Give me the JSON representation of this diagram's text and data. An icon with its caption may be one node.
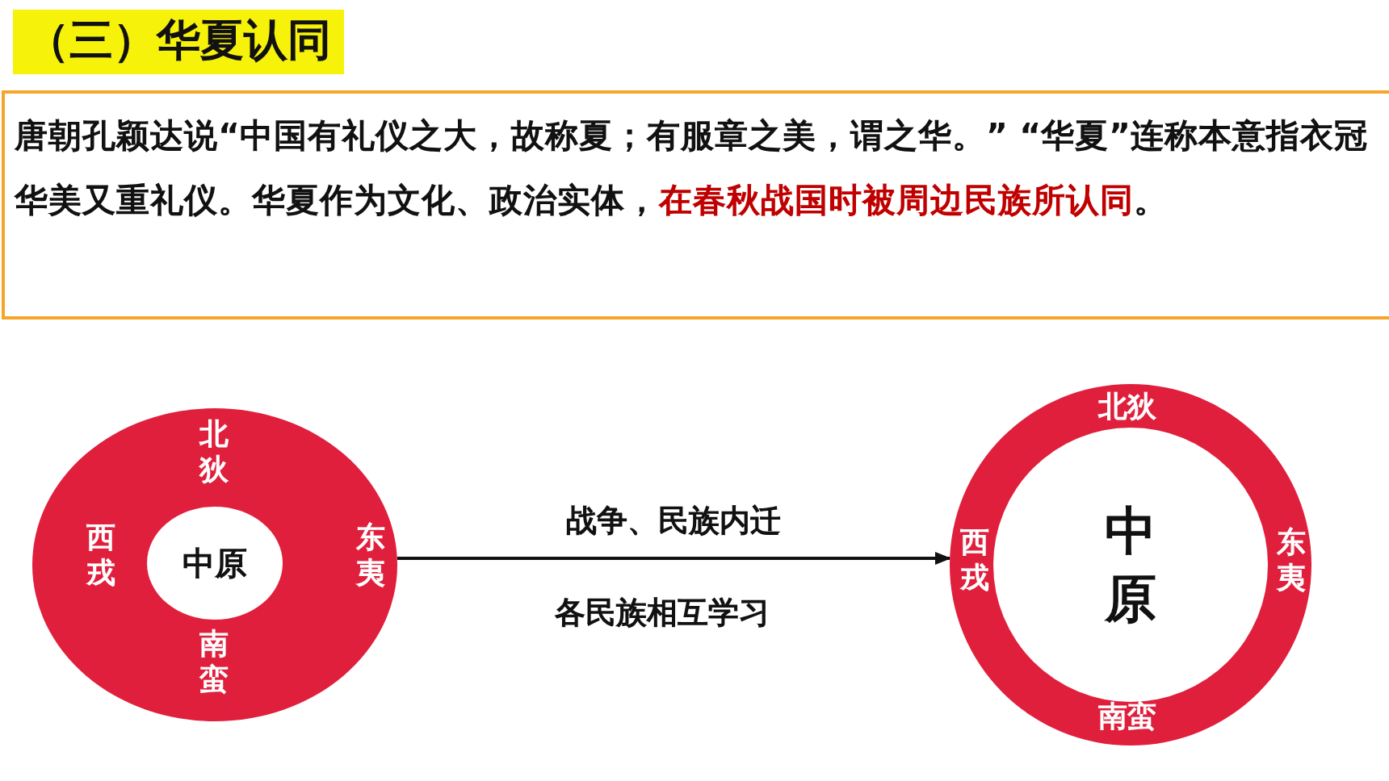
{
  "diagram": {
    "title": "（三）华夏认同",
    "nodes": [
      {
        "text": [
          "唐朝孔颖达说“中国有礼仪之大，故称夏；有服章之美，谓之华。” “华夏”连称本意指衣冠华美又重礼仪。华夏作为文化、政治实体，**在春秋战国时被周边民族所认同**。"
        ]
      },
      {
        "text": [
          "北狄",
          "西戎",
          "东夷",
          "南蛮"
        ]
      },
      {
        "text": [
          "中原"
        ],
        "in": 1
      },
      {
        "text": [
          "北狄",
          "西戎",
          "东夷",
          "南蛮"
        ]
      },
      {
        "text": [
          "中原"
        ],
        "in": 3
      }
    ],
    "edges": [
      {
        "from": 1,
        "to": 3,
        "arrow": "to",
        "label": "战争、民族内迁"
      }
    ],
    "labels": [
      "各民族相互学习"
    ]
  }
}
